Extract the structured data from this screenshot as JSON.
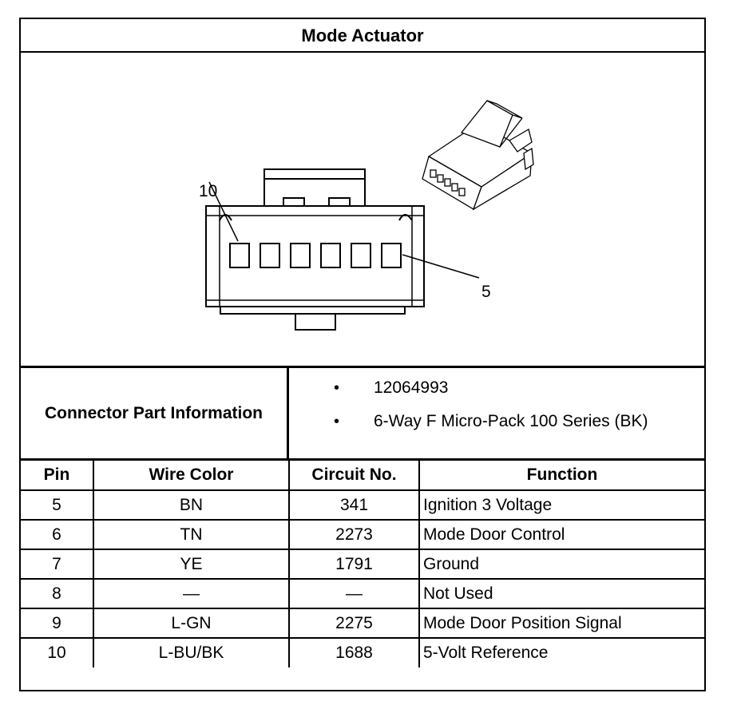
{
  "title": "Mode Actuator",
  "figure": {
    "callout_top": "10",
    "callout_right": "5"
  },
  "connector_info": {
    "label": "Connector Part Information",
    "bullet": "•",
    "items": [
      "12064993",
      "6-Way F Micro-Pack 100 Series (BK)"
    ]
  },
  "table": {
    "headers": [
      "Pin",
      "Wire Color",
      "Circuit No.",
      "Function"
    ],
    "rows": [
      [
        "5",
        "BN",
        "341",
        "Ignition 3 Voltage"
      ],
      [
        "6",
        "TN",
        "2273",
        "Mode Door Control"
      ],
      [
        "7",
        "YE",
        "1791",
        "Ground"
      ],
      [
        "8",
        "—",
        "—",
        "Not Used"
      ],
      [
        "9",
        "L-GN",
        "2275",
        "Mode Door Position Signal"
      ],
      [
        "10",
        "L-BU/BK",
        "1688",
        "5-Volt Reference"
      ]
    ]
  }
}
